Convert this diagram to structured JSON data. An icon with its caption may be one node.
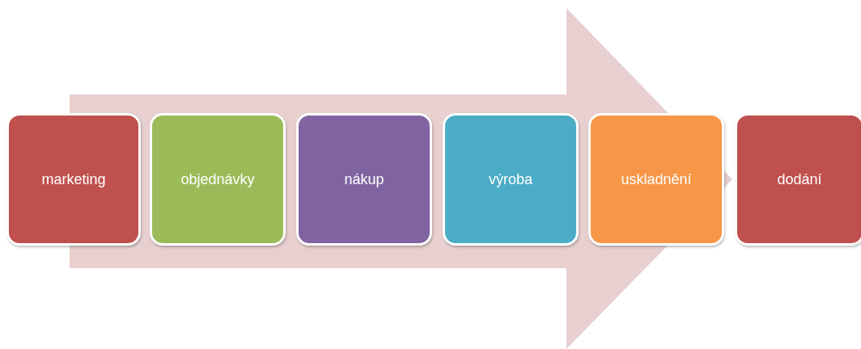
{
  "diagram": {
    "nodes": [
      {
        "text": [
          "marketing"
        ]
      },
      {
        "text": [
          "objednávky"
        ]
      },
      {
        "text": [
          "nákup"
        ]
      },
      {
        "text": [
          "výroba"
        ]
      },
      {
        "text": [
          "uskladnění"
        ]
      },
      {
        "text": [
          "dodání"
        ]
      }
    ],
    "edges": [
      {
        "from": 0,
        "to": 5,
        "arrow": "to"
      }
    ]
  }
}
